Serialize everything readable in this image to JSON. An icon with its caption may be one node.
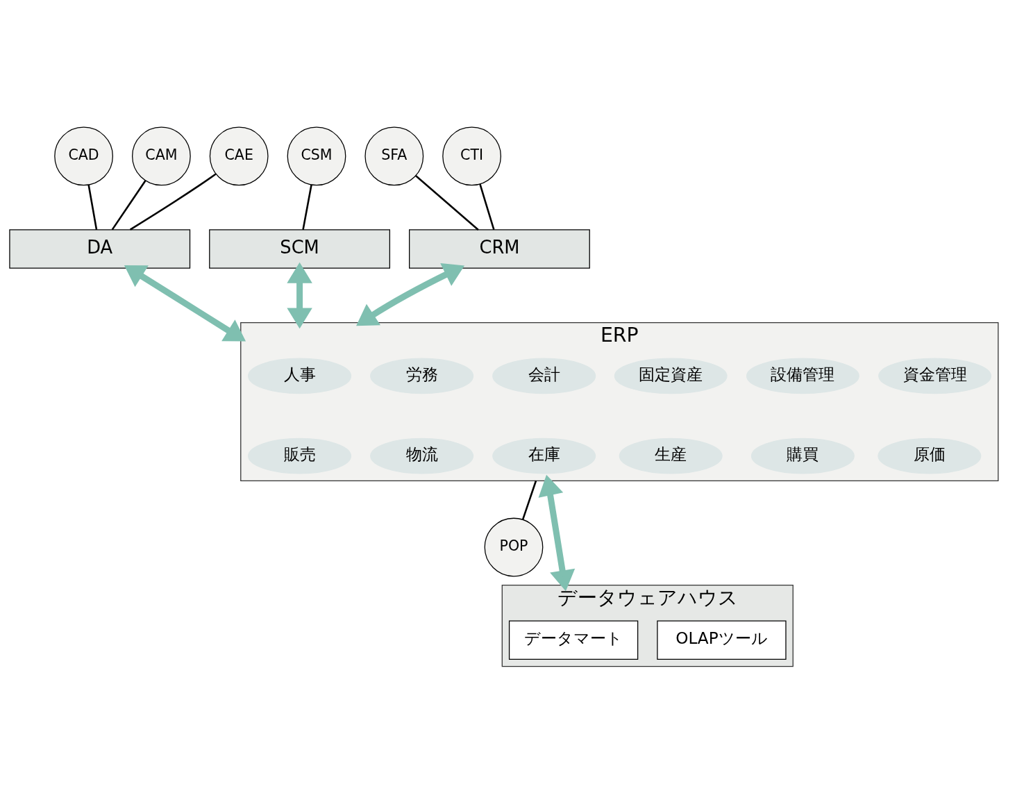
{
  "diagram": {
    "nodes": [
      {
        "text": [
          "CAD"
        ]
      },
      {
        "text": [
          "CAM"
        ]
      },
      {
        "text": [
          "CAE"
        ]
      },
      {
        "text": [
          "CSM"
        ]
      },
      {
        "text": [
          "SFA"
        ]
      },
      {
        "text": [
          "CTI"
        ]
      },
      {
        "text": [
          "DA"
        ]
      },
      {
        "text": [
          "SCM"
        ]
      },
      {
        "text": [
          "CRM"
        ]
      },
      {
        "text": [
          "ERP"
        ]
      },
      {
        "text": [
          "人事"
        ],
        "in": 9
      },
      {
        "text": [
          "労務"
        ],
        "in": 9
      },
      {
        "text": [
          "会計"
        ],
        "in": 9
      },
      {
        "text": [
          "固定資産"
        ],
        "in": 9
      },
      {
        "text": [
          "設備管理"
        ],
        "in": 9
      },
      {
        "text": [
          "資金管理"
        ],
        "in": 9
      },
      {
        "text": [
          "販売"
        ],
        "in": 9
      },
      {
        "text": [
          "物流"
        ],
        "in": 9
      },
      {
        "text": [
          "在庫"
        ],
        "in": 9
      },
      {
        "text": [
          "生産"
        ],
        "in": 9
      },
      {
        "text": [
          "購買"
        ],
        "in": 9
      },
      {
        "text": [
          "原価"
        ],
        "in": 9
      },
      {
        "text": [
          "POP"
        ]
      },
      {
        "text": [
          "データウェアハウス"
        ]
      },
      {
        "text": [
          "データマート"
        ],
        "in": 23
      },
      {
        "text": [
          "OLAPツール"
        ],
        "in": 23
      }
    ],
    "edges": [
      {
        "from": 0,
        "to": 6,
        "arrow": "none"
      },
      {
        "from": 1,
        "to": 6,
        "arrow": "none"
      },
      {
        "from": 2,
        "to": 6,
        "arrow": "none"
      },
      {
        "from": 3,
        "to": 7,
        "arrow": "none"
      },
      {
        "from": 4,
        "to": 8,
        "arrow": "none"
      },
      {
        "from": 5,
        "to": 8,
        "arrow": "none"
      },
      {
        "from": 6,
        "to": 9,
        "arrow": "both",
        "style": "thick",
        "color": "#7fbfb0"
      },
      {
        "from": 7,
        "to": 9,
        "arrow": "both",
        "style": "thick",
        "color": "#7fbfb0"
      },
      {
        "from": 8,
        "to": 9,
        "arrow": "both",
        "style": "thick",
        "color": "#7fbfb0"
      },
      {
        "from": 9,
        "to": 22,
        "arrow": "none"
      },
      {
        "from": 9,
        "to": 23,
        "arrow": "both",
        "style": "thick",
        "color": "#7fbfb0"
      }
    ]
  }
}
